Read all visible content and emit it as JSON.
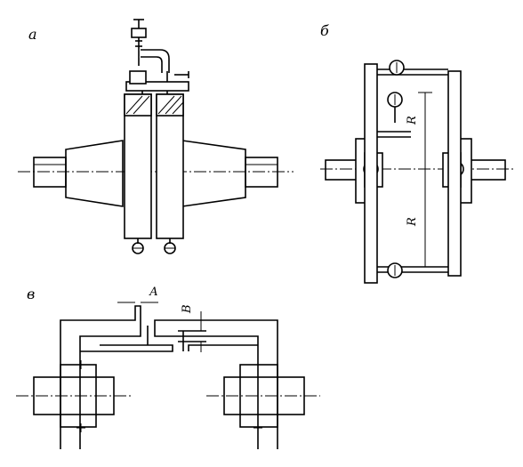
{
  "labels": {
    "view_a": "а",
    "view_b": "б",
    "view_c": "в",
    "dim_r_upper": "R",
    "dim_r_lower": "R",
    "dim_a": "А",
    "dim_b": "В"
  }
}
